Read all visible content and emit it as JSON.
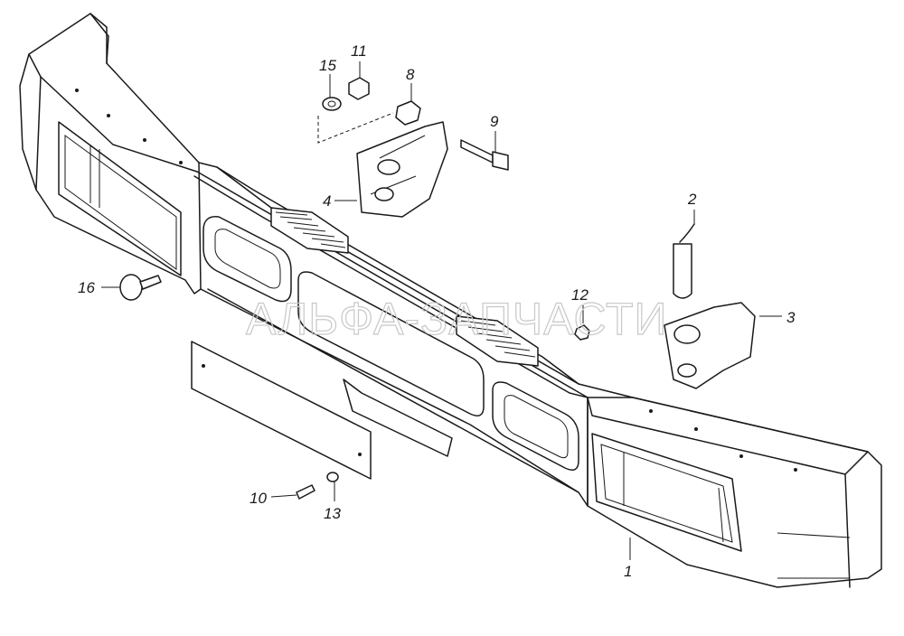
{
  "watermark": "АЛЬФА-ЗАПЧАСТИ",
  "callouts": [
    {
      "id": "c1",
      "label": "1"
    },
    {
      "id": "c2",
      "label": "2"
    },
    {
      "id": "c3",
      "label": "3"
    },
    {
      "id": "c4",
      "label": "4"
    },
    {
      "id": "c8",
      "label": "8"
    },
    {
      "id": "c9",
      "label": "9"
    },
    {
      "id": "c10",
      "label": "10"
    },
    {
      "id": "c11",
      "label": "11"
    },
    {
      "id": "c12",
      "label": "12"
    },
    {
      "id": "c13",
      "label": "13"
    },
    {
      "id": "c15",
      "label": "15"
    },
    {
      "id": "c16",
      "label": "16"
    }
  ],
  "colors": {
    "line": "#1a1a1a",
    "watermark": "#c8c8c8",
    "background": "#ffffff"
  }
}
